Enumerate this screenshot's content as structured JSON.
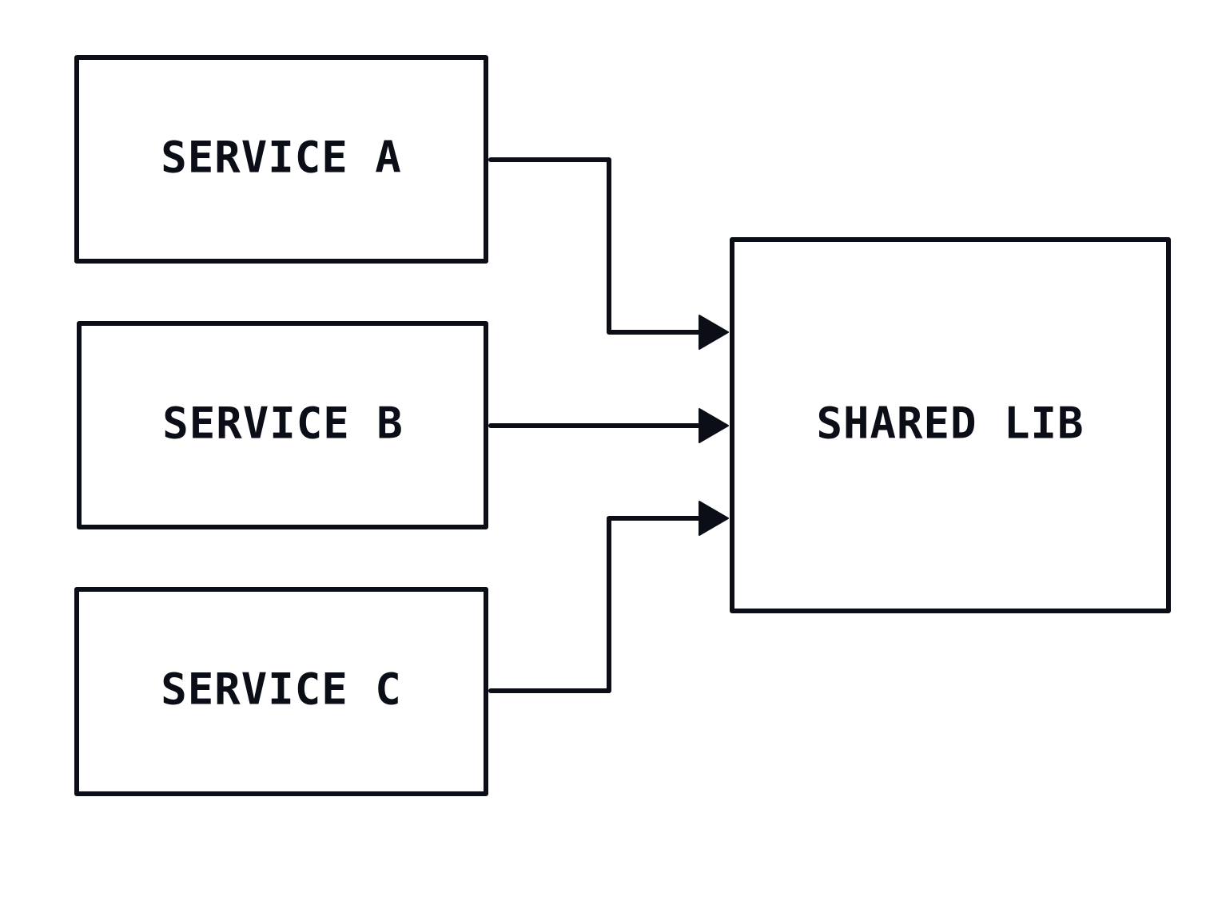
{
  "diagram": {
    "colors": {
      "stroke": "#0b0d17",
      "fill": "#ffffff",
      "text": "#0b0d17"
    },
    "nodes": {
      "service_a": {
        "label": "SERVICE A"
      },
      "service_b": {
        "label": "SERVICE B"
      },
      "service_c": {
        "label": "SERVICE C"
      },
      "shared_lib": {
        "label": "SHARED LIB"
      }
    },
    "edges": [
      {
        "from": "service_a",
        "to": "shared_lib"
      },
      {
        "from": "service_b",
        "to": "shared_lib"
      },
      {
        "from": "service_c",
        "to": "shared_lib"
      }
    ]
  }
}
